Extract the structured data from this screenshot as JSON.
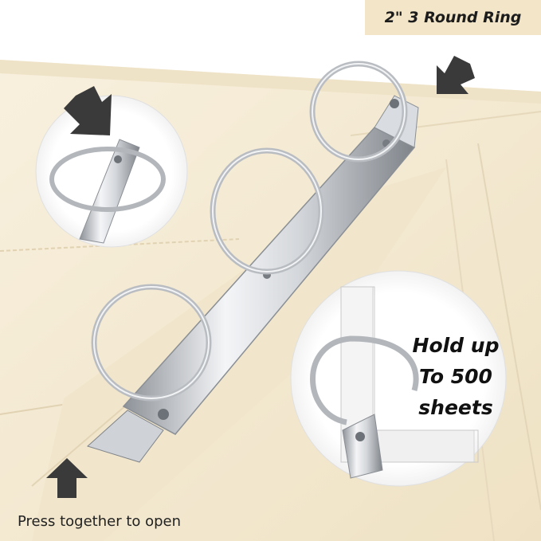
{
  "header": {
    "badge_text": "2\" 3 Round Ring"
  },
  "callout": {
    "lines": [
      "Hold up",
      "To 500",
      "sheets"
    ]
  },
  "footer": {
    "caption": "Press together to open"
  },
  "colors": {
    "binder_cover": "#f5ecd8",
    "binder_shadow": "#e6d9bd",
    "badge_bg": "#f3e6c8",
    "metal": "#c9ccd1",
    "arrow": "#3a3a3a"
  },
  "icons": {
    "press_arrows": "arrow-icon",
    "rings": "ring-icon"
  }
}
